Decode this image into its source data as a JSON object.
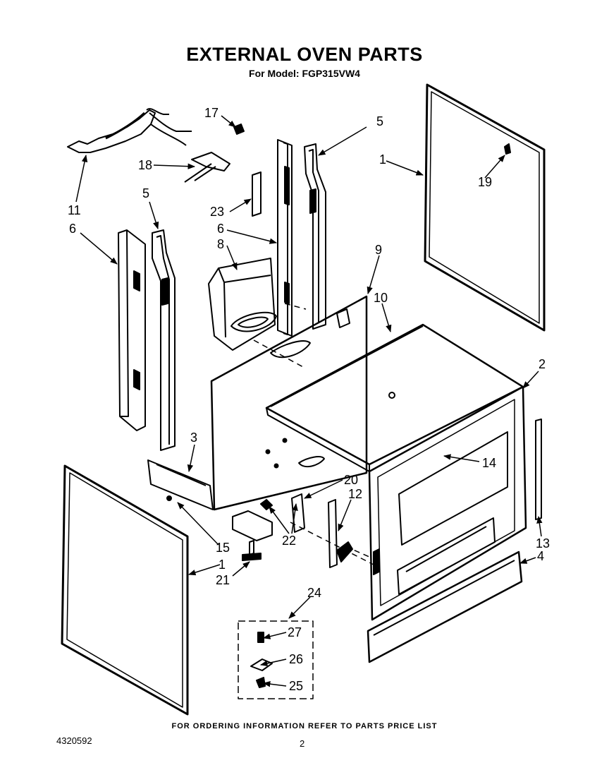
{
  "header": {
    "title": "EXTERNAL OVEN PARTS",
    "subtitle": "For Model: FGP315VW4"
  },
  "callouts": {
    "c1_top": "1",
    "c1_bottom": "1",
    "c2": "2",
    "c3": "3",
    "c4": "4",
    "c5_left": "5",
    "c5_right": "5",
    "c6_left": "6",
    "c6_center": "6",
    "c8": "8",
    "c9": "9",
    "c10": "10",
    "c11": "11",
    "c12": "12",
    "c13": "13",
    "c14": "14",
    "c15": "15",
    "c17": "17",
    "c18": "18",
    "c19": "19",
    "c20": "20",
    "c21": "21",
    "c22": "22",
    "c23": "23",
    "c24": "24",
    "c25": "25",
    "c26": "26",
    "c27": "27"
  },
  "footer": {
    "note": "FOR ORDERING INFORMATION REFER TO PARTS PRICE LIST",
    "doc_number": "4320592",
    "page_number": "2"
  }
}
